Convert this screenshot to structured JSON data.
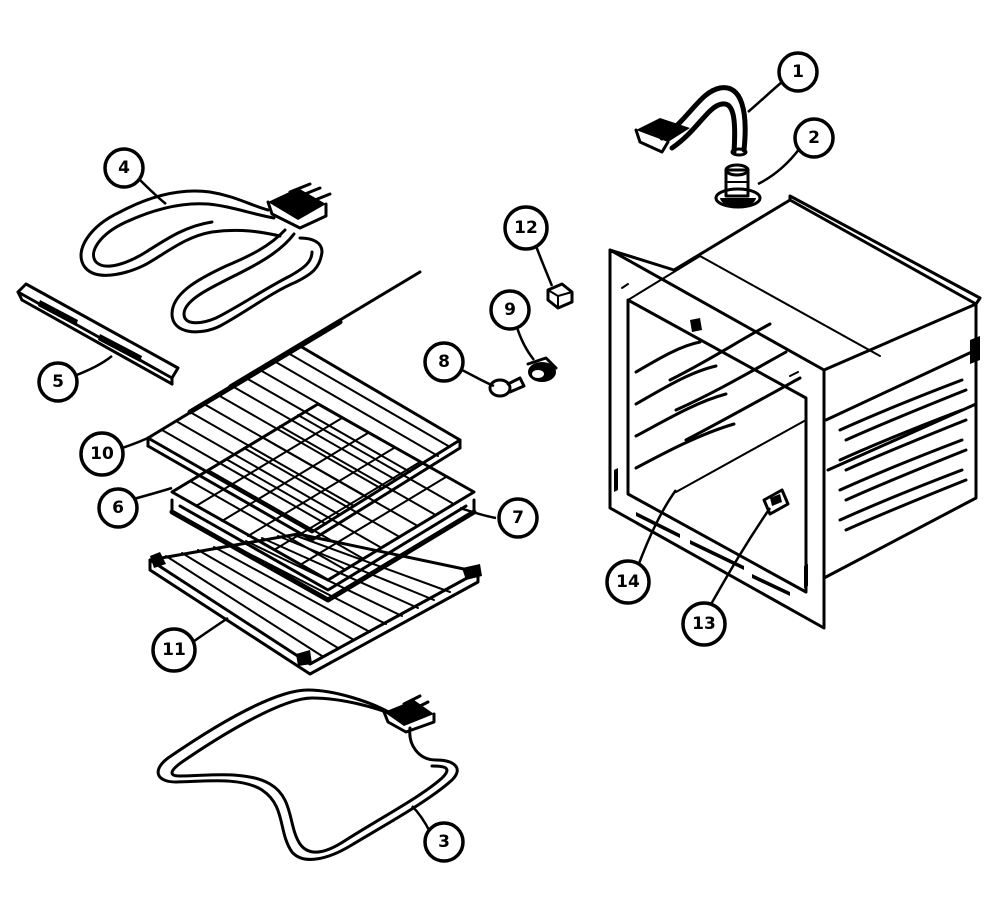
{
  "callouts": [
    {
      "id": "1",
      "label": "1"
    },
    {
      "id": "2",
      "label": "2"
    },
    {
      "id": "3",
      "label": "3"
    },
    {
      "id": "4",
      "label": "4"
    },
    {
      "id": "5",
      "label": "5"
    },
    {
      "id": "6",
      "label": "6"
    },
    {
      "id": "7",
      "label": "7"
    },
    {
      "id": "8",
      "label": "8"
    },
    {
      "id": "9",
      "label": "9"
    },
    {
      "id": "10",
      "label": "10"
    },
    {
      "id": "11",
      "label": "11"
    },
    {
      "id": "12",
      "label": "12"
    },
    {
      "id": "13",
      "label": "13"
    },
    {
      "id": "14",
      "label": "14"
    }
  ],
  "parts": [
    {
      "id": "1",
      "icon": "vent-duct-icon"
    },
    {
      "id": "2",
      "icon": "vent-connector-icon"
    },
    {
      "id": "3",
      "icon": "bake-element-icon"
    },
    {
      "id": "4",
      "icon": "broil-element-icon"
    },
    {
      "id": "5",
      "icon": "element-bracket-icon"
    },
    {
      "id": "6",
      "icon": "broiler-pan-rack-icon"
    },
    {
      "id": "7",
      "icon": "broiler-pan-icon"
    },
    {
      "id": "8",
      "icon": "light-bulb-icon"
    },
    {
      "id": "9",
      "icon": "light-socket-icon"
    },
    {
      "id": "10",
      "icon": "oven-rack-icon"
    },
    {
      "id": "11",
      "icon": "oven-rack-icon"
    },
    {
      "id": "12",
      "icon": "clip-icon"
    },
    {
      "id": "13",
      "icon": "sensor-icon"
    },
    {
      "id": "14",
      "icon": "oven-cavity-icon"
    }
  ]
}
